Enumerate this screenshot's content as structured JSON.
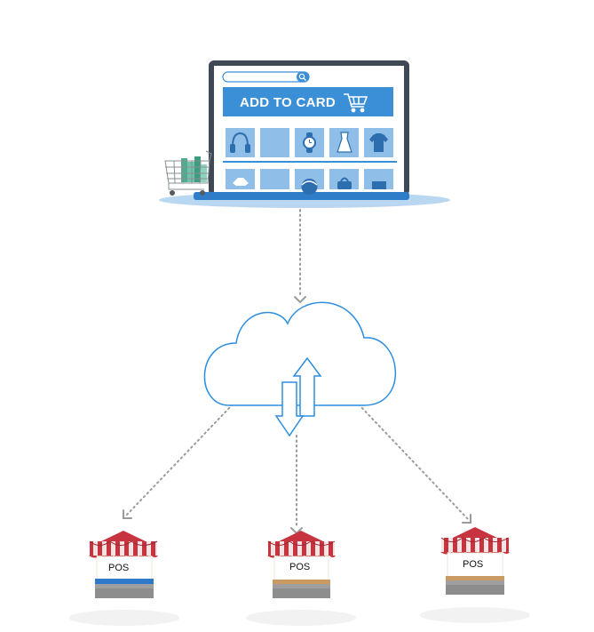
{
  "laptop": {
    "banner_label": "ADD TO CARD",
    "search_icon": "search-icon",
    "cart_icon": "shopping-cart-icon",
    "product_icons": [
      "headphones-icon",
      "blank-tile",
      "watch-icon",
      "dress-icon",
      "tshirt-icon",
      "shirt-icon",
      "blank-tile",
      "ball-icon",
      "bag-icon",
      "box-icon"
    ]
  },
  "cloud": {
    "icon": "sync-arrows-icon"
  },
  "stores": [
    {
      "label": "POS"
    },
    {
      "label": "POS"
    },
    {
      "label": "POS"
    }
  ],
  "colors": {
    "accent_blue": "#3b8fd6",
    "tile_blue": "#8fbfe8",
    "laptop_frame": "#3f4854",
    "cloud_stroke": "#2d8ee0",
    "connector": "#9a9a9a",
    "awning_red": "#b3303a"
  }
}
